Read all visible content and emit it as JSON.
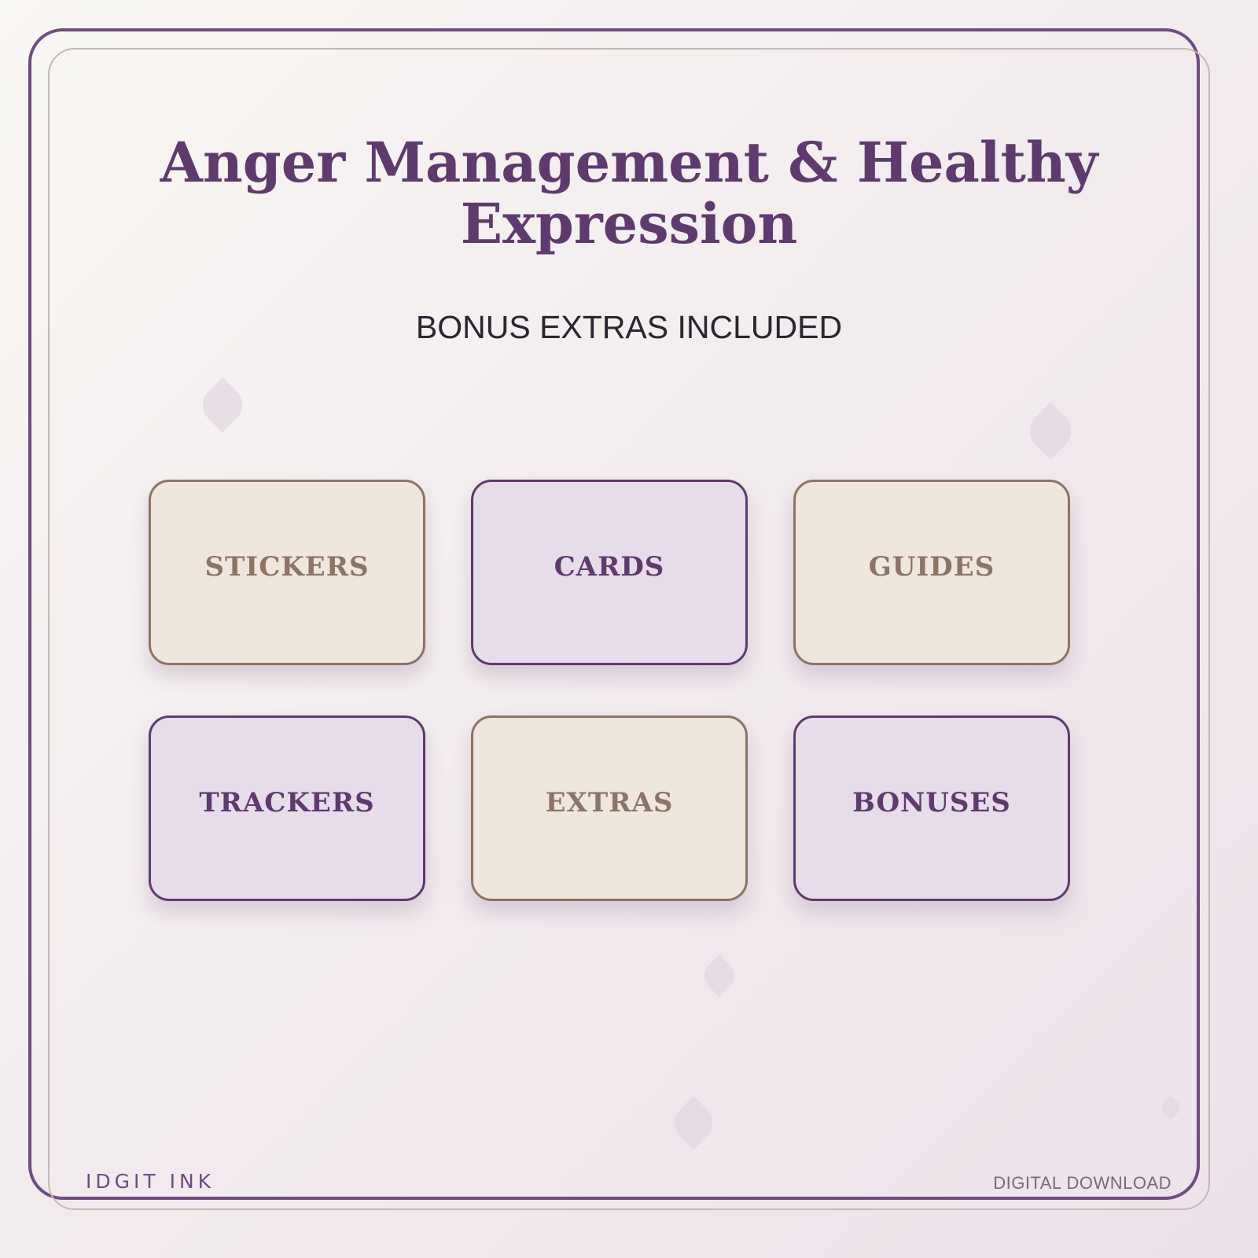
{
  "title": "Anger Management & Healthy Expression",
  "subtitle": "BONUS EXTRAS INCLUDED",
  "tiles": [
    {
      "label": "STICKERS",
      "style": "beige"
    },
    {
      "label": "CARDS",
      "style": "lilac"
    },
    {
      "label": "GUIDES",
      "style": "beige"
    },
    {
      "label": "TRACKERS",
      "style": "lilac"
    },
    {
      "label": "EXTRAS",
      "style": "beige"
    },
    {
      "label": "BONUSES",
      "style": "lilac"
    }
  ],
  "footer": {
    "brand": "IDGIT INK",
    "badge": "DIGITAL DOWNLOAD"
  },
  "colors": {
    "accent": "#5e3a6e",
    "frame": "#6e4c80",
    "beige_fill": "#efe6de",
    "beige_border": "#8c7466",
    "lilac_fill": "#e7dcea"
  }
}
